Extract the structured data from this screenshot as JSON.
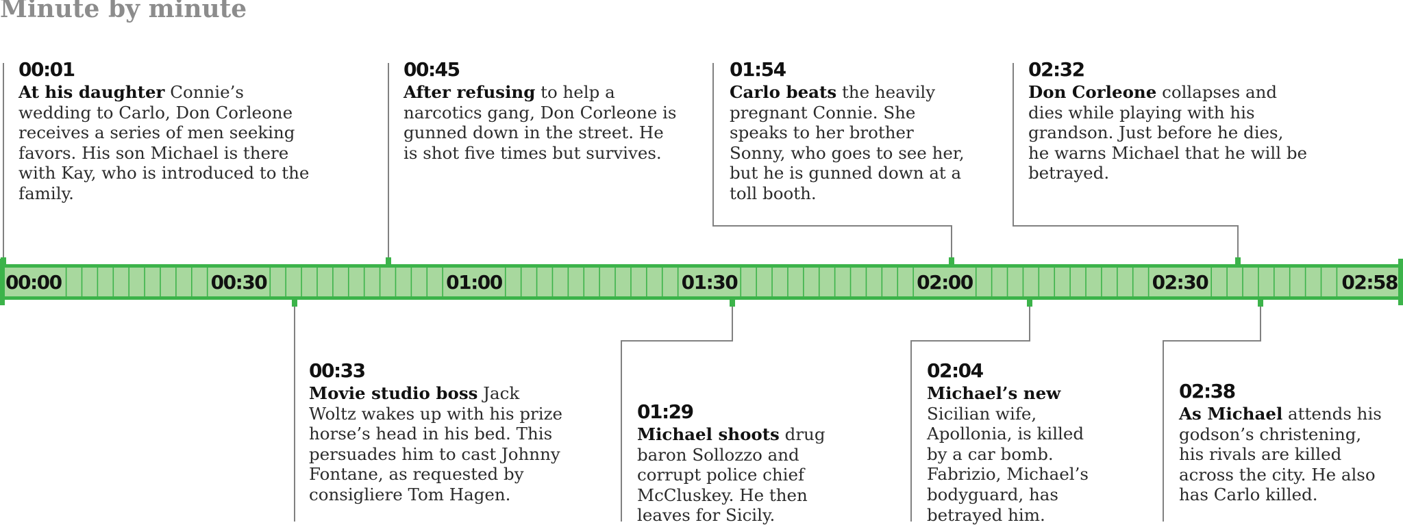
{
  "title": "Minute by minute",
  "timeline": {
    "start_minute": 0,
    "end_minute": 178,
    "tick_minutes": 2,
    "labels": [
      {
        "text": "00:00",
        "minute": 0
      },
      {
        "text": "00:30",
        "minute": 30
      },
      {
        "text": "01:00",
        "minute": 60
      },
      {
        "text": "01:30",
        "minute": 90
      },
      {
        "text": "02:00",
        "minute": 120
      },
      {
        "text": "02:30",
        "minute": 150
      },
      {
        "text": "02:58",
        "minute": 178
      }
    ],
    "colors": {
      "border": "#3cb34a",
      "fill": "#a8d89e",
      "ticks": "#3cb34a",
      "connector": "#808080"
    }
  },
  "events": [
    {
      "id": "e1",
      "time": "00:01",
      "minute": 1,
      "side": "above",
      "lead": "At his daughter",
      "text": " Connie’s wedding to Carlo, Don Corleone receives a series of men seeking favors. His son Michael is there with Kay, who is introduced to the family."
    },
    {
      "id": "e2",
      "time": "00:33",
      "minute": 33,
      "side": "below",
      "lead": "Movie studio boss",
      "text": " Jack Woltz wakes up with his prize horse’s head in his bed. This persuades him to cast Johnny Fontane, as requested by consigliere Tom Hagen."
    },
    {
      "id": "e3",
      "time": "00:45",
      "minute": 45,
      "side": "above",
      "lead": "After refusing",
      "text": " to help a narcotics gang, Don Corleone is gunned down in the street. He is shot five times but survives."
    },
    {
      "id": "e4",
      "time": "01:29",
      "minute": 89,
      "side": "below",
      "lead": "Michael shoots",
      "text": " drug baron Sollozzo and corrupt police chief McCluskey. He then leaves for Sicily."
    },
    {
      "id": "e5",
      "time": "01:54",
      "minute": 114,
      "side": "above",
      "lead": "Carlo beats",
      "text": " the heavily pregnant Connie. She speaks to her brother Sonny, who goes to see her, but he is gunned down at a toll booth."
    },
    {
      "id": "e6",
      "time": "02:04",
      "minute": 124,
      "side": "below",
      "lead": "Michael’s new",
      "text": " Sicilian wife, Apollonia, is killed by a car bomb. Fabrizio, Michael’s bodyguard, has betrayed him."
    },
    {
      "id": "e7",
      "time": "02:32",
      "minute": 152,
      "side": "above",
      "lead": "Don Corleone",
      "text": " collapses and dies while playing with his grandson. Just before he dies, he warns Michael that he will be betrayed."
    },
    {
      "id": "e8",
      "time": "02:38",
      "minute": 158,
      "side": "below",
      "lead": "As Michael",
      "text": " attends his godson’s christening, his rivals are killed across the city. He also has Carlo killed."
    }
  ]
}
